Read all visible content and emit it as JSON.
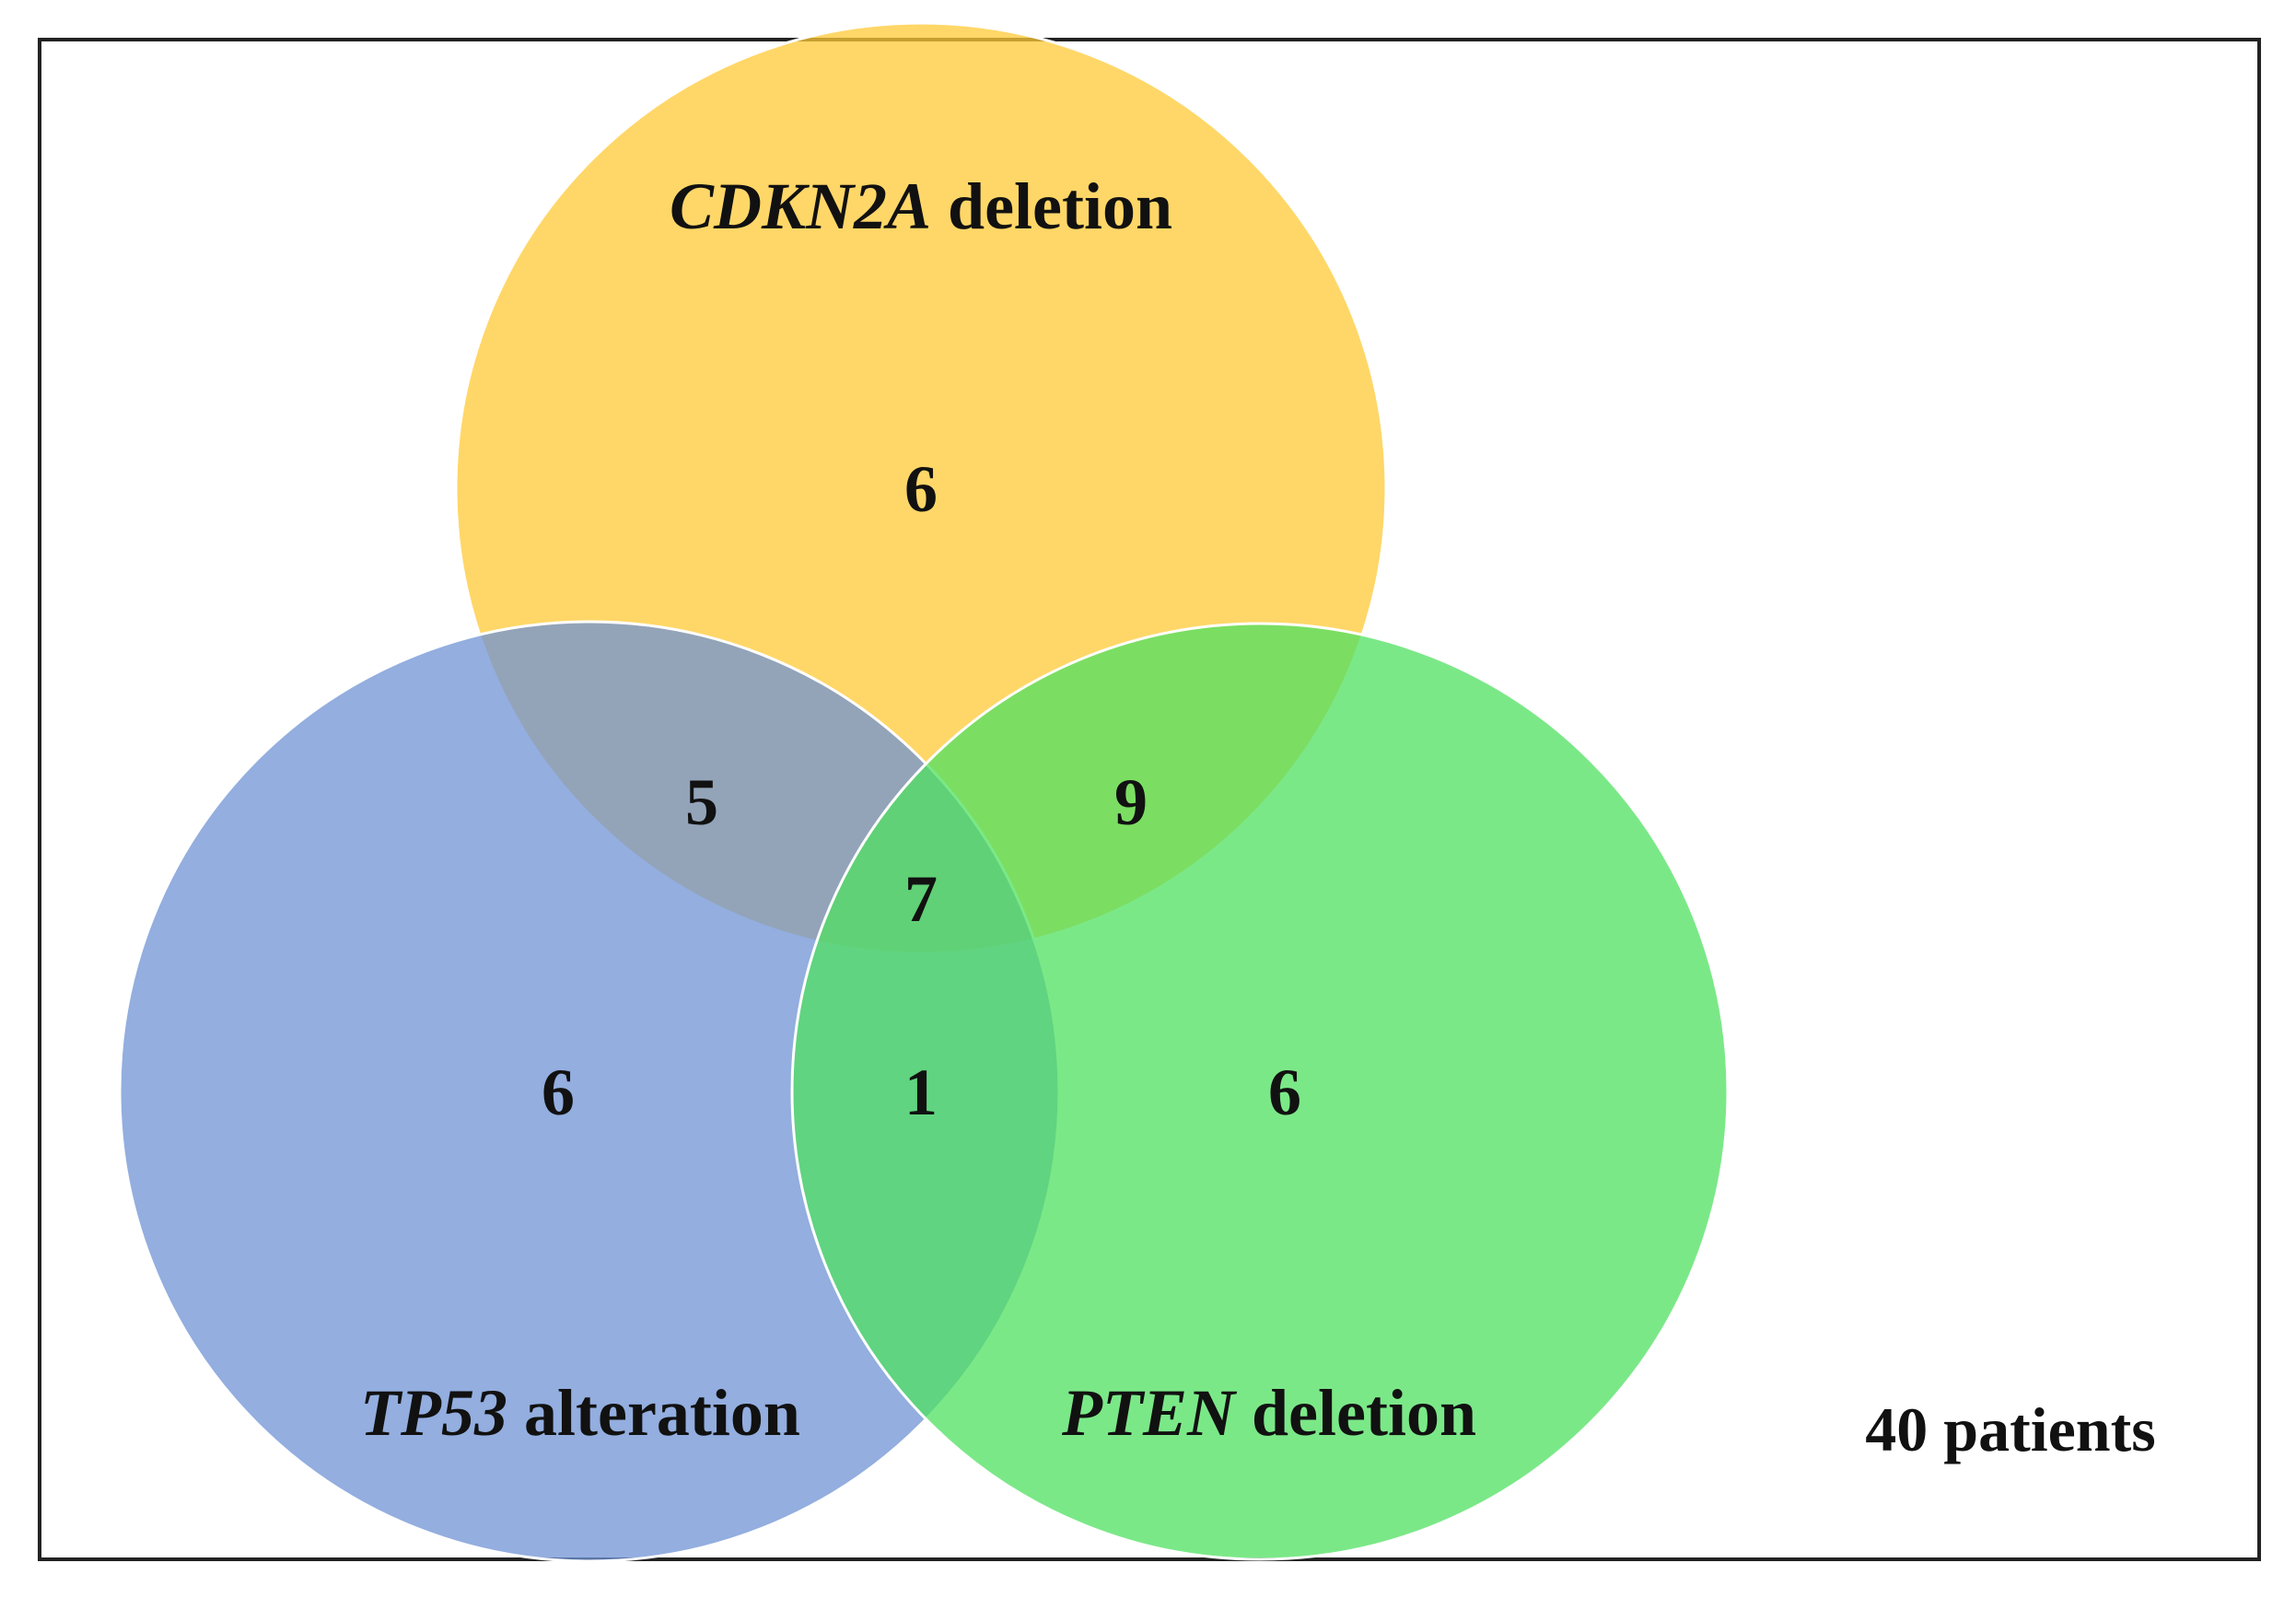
{
  "venn": {
    "sets": [
      {
        "id": "cdkn2a",
        "gene": "CDKN2A",
        "suffix": " deletion",
        "color": "#FFC935"
      },
      {
        "id": "tp53",
        "gene": "TP53",
        "suffix": " alteration",
        "color": "#6F93D4"
      },
      {
        "id": "pten",
        "gene": "PTEN",
        "suffix": " deletion",
        "color": "#4FE060"
      }
    ],
    "regions": {
      "cdkn2a_only": "6",
      "tp53_only": "6",
      "pten_only": "6",
      "cdkn2a_tp53": "5",
      "cdkn2a_pten": "9",
      "tp53_pten": "1",
      "all_three": "7"
    },
    "total": "40 patients"
  }
}
